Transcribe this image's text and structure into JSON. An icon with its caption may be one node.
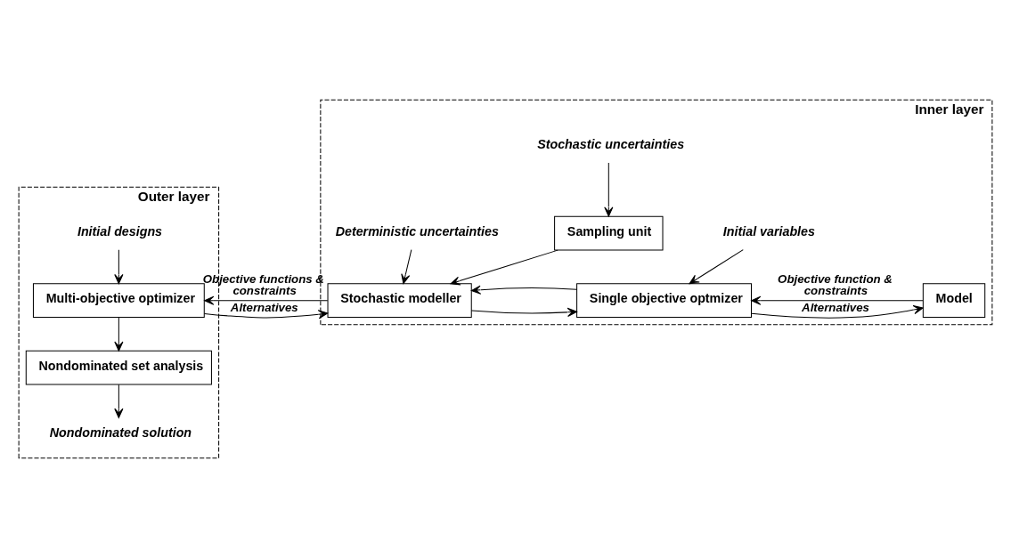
{
  "diagram": {
    "nodes": [
      {
        "text": [
          "Outer layer"
        ]
      },
      {
        "text": [
          "Initial designs"
        ],
        "in": 0
      },
      {
        "text": [
          "Multi-objective optimizer"
        ],
        "in": 0
      },
      {
        "text": [
          "Nondominated set analysis"
        ],
        "in": 0
      },
      {
        "text": [
          "Nondominated solution"
        ],
        "in": 0
      },
      {
        "text": [
          "Inner layer"
        ]
      },
      {
        "text": [
          "Stochastic uncertainties"
        ],
        "in": 5
      },
      {
        "text": [
          "Sampling unit"
        ],
        "in": 5
      },
      {
        "text": [
          "Initial variables"
        ],
        "in": 5
      },
      {
        "text": [
          "Stochastic modeller"
        ],
        "in": 5
      },
      {
        "text": [
          "Single objective optmizer"
        ],
        "in": 5
      },
      {
        "text": [
          "Model"
        ],
        "in": 5
      },
      {
        "text": [
          "Deterministic uncertainties"
        ],
        "in": 5
      }
    ],
    "edges": [
      {
        "from": 1,
        "to": 2,
        "arrow": "to"
      },
      {
        "from": 2,
        "to": 9,
        "arrow": "to",
        "label": "Alternatives"
      },
      {
        "from": 9,
        "to": 2,
        "arrow": "to",
        "label": "Objective functions & constraints"
      },
      {
        "from": 2,
        "to": 3,
        "arrow": "to"
      },
      {
        "from": 3,
        "to": 4,
        "arrow": "to"
      },
      {
        "from": 6,
        "to": 7,
        "arrow": "to"
      },
      {
        "from": 7,
        "to": 9,
        "arrow": "to"
      },
      {
        "from": 12,
        "to": 9,
        "arrow": "to"
      },
      {
        "from": 9,
        "to": 10,
        "arrow": "to"
      },
      {
        "from": 10,
        "to": 9,
        "arrow": "to"
      },
      {
        "from": 8,
        "to": 10,
        "arrow": "to"
      },
      {
        "from": 10,
        "to": 11,
        "arrow": "to",
        "label": "Alternatives"
      },
      {
        "from": 11,
        "to": 10,
        "arrow": "to",
        "label": "Objective function & constraints"
      }
    ]
  }
}
